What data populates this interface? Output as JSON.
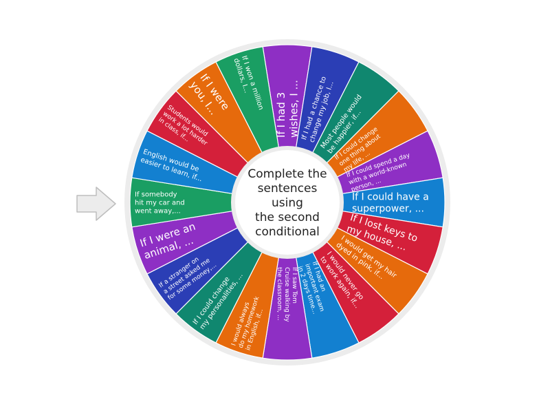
{
  "wheel": {
    "center_text": [
      "Complete the",
      "sentences",
      "using",
      "the second",
      "conditional"
    ],
    "colors": {
      "red": "#d4203a",
      "orange": "#e66a0c",
      "green": "#1a9e63",
      "blue": "#1380d0",
      "purple": "#8e2fc4",
      "darkgreen": "#10876f",
      "navy": "#2b3eb5",
      "rim": "#ececec",
      "hub": "#ffffff",
      "pointer_fill": "#ececec",
      "pointer_stroke": "#bdbdbd"
    },
    "segments": [
      {
        "label": "If I had 3 wishes, I ...",
        "color": "#8e2fc4",
        "lines": [
          "If I had 3",
          "wishes, I ..."
        ],
        "size": 15
      },
      {
        "label": "If I had a chance to change my job, I...",
        "color": "#2b3eb5",
        "lines": [
          "If I had a chance to",
          "change my job, I..."
        ],
        "size": 10
      },
      {
        "label": "Most people would be happier, if...",
        "color": "#10876f",
        "lines": [
          "Most people would",
          "be happier, if..."
        ],
        "size": 10
      },
      {
        "label": "If I could change one thing about my life, ...",
        "color": "#e66a0c",
        "lines": [
          "If I could change",
          "one thing about",
          "my life, ..."
        ],
        "size": 9
      },
      {
        "label": "If I could spend a day with a world-known person, ...",
        "color": "#8e2fc4",
        "lines": [
          "If I could spend a day",
          "with a world-known",
          "person, ..."
        ],
        "size": 9
      },
      {
        "label": "If I could have a superpower, ...",
        "color": "#1380d0",
        "lines": [
          "If I could have a",
          "superpower, ..."
        ],
        "size": 14
      },
      {
        "label": "If I lost keys to my house, ...",
        "color": "#d4203a",
        "lines": [
          "If I lost keys to",
          "my house, ..."
        ],
        "size": 14
      },
      {
        "label": "I would get my hair dyed in pink, if...",
        "color": "#e66a0c",
        "lines": [
          "I would get my hair",
          "dyed in pink, if..."
        ],
        "size": 10
      },
      {
        "label": "I would never go to work again, if...",
        "color": "#d4203a",
        "lines": [
          "I would never go",
          "to work again, if..."
        ],
        "size": 10
      },
      {
        "label": "If I had an important exam in 2 days time...",
        "color": "#1380d0",
        "lines": [
          "If I had an",
          "important exam",
          "in 2 days time..."
        ],
        "size": 9
      },
      {
        "label": "If I saw Tom Cruise walking by the classroom, ...",
        "color": "#8e2fc4",
        "lines": [
          "If I saw Tom",
          "Cruise walking by",
          "the classroom, ..."
        ],
        "size": 9
      },
      {
        "label": "I would always do my homework in English, if...",
        "color": "#e66a0c",
        "lines": [
          "I would always",
          "do my homework",
          "in English, if..."
        ],
        "size": 9
      },
      {
        "label": "If I could change my personalities, ...",
        "color": "#10876f",
        "lines": [
          "If I could change",
          "my personalities, ..."
        ],
        "size": 10
      },
      {
        "label": "If a stranger on a street asked me for some money,...",
        "color": "#2b3eb5",
        "lines": [
          "If a stranger on",
          "a street asked me",
          "for some money,..."
        ],
        "size": 9
      },
      {
        "label": "If I were an animal, ...",
        "color": "#8e2fc4",
        "lines": [
          "If I were an",
          "animal, ..."
        ],
        "size": 15
      },
      {
        "label": "If somebody hit my car and went away,...",
        "color": "#1a9e63",
        "lines": [
          "If somebody",
          "hit my car and",
          "went away,..."
        ],
        "size": 10
      },
      {
        "label": "English would be easier to learn, if...",
        "color": "#1380d0",
        "lines": [
          "English would be",
          "easier to learn, if..."
        ],
        "size": 10
      },
      {
        "label": "Students would work a lot harder in class, if...",
        "color": "#d4203a",
        "lines": [
          "Students would",
          "work a lot harder",
          "in class, if..."
        ],
        "size": 9
      },
      {
        "label": "If I were you, I...",
        "color": "#e66a0c",
        "lines": [
          "If I were",
          "you, I..."
        ],
        "size": 15
      },
      {
        "label": "If I won a million dollars, I...",
        "color": "#1a9e63",
        "lines": [
          "If I won a million",
          "dollars, I..."
        ],
        "size": 10
      }
    ]
  }
}
